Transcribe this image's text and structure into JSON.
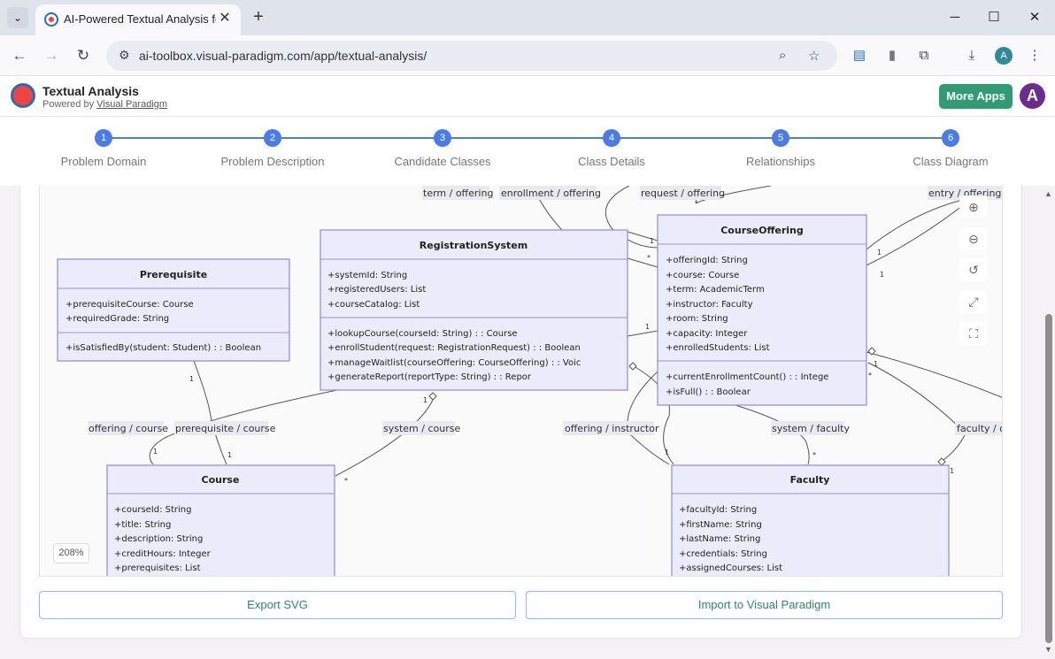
{
  "browser": {
    "tab_title": "AI-Powered Textual Analysis for",
    "url": "ai-toolbox.visual-paradigm.com/app/textual-analysis/",
    "profile_initial": "A"
  },
  "header": {
    "title": "Textual Analysis",
    "powered_by": "Powered by",
    "powered_link": "Visual Paradigm",
    "more_apps": "More Apps",
    "avatar_initial": "A"
  },
  "steps": [
    {
      "num": "1",
      "label": "Problem Domain"
    },
    {
      "num": "2",
      "label": "Problem Description"
    },
    {
      "num": "3",
      "label": "Candidate Classes"
    },
    {
      "num": "4",
      "label": "Class Details"
    },
    {
      "num": "5",
      "label": "Relationships"
    },
    {
      "num": "6",
      "label": "Class Diagram"
    }
  ],
  "diagram": {
    "zoom": "208%",
    "classes": {
      "prerequisite": {
        "name": "Prerequisite",
        "attributes": [
          "+prerequisiteCourse: Course",
          "+requiredGrade: String"
        ],
        "methods": [
          "+isSatisfiedBy(student: Student) : : Boolean"
        ]
      },
      "registration": {
        "name": "RegistrationSystem",
        "attributes": [
          "+systemId: String",
          "+registeredUsers: List",
          "+courseCatalog: List"
        ],
        "methods": [
          "+lookupCourse(courseId: String) : : Course",
          "+enrollStudent(request: RegistrationRequest) : : Boolean",
          "+manageWaitlist(courseOffering: CourseOffering) : : Voic",
          "+generateReport(reportType: String) : : Repor"
        ]
      },
      "offering": {
        "name": "CourseOffering",
        "attributes": [
          "+offeringId: String",
          "+course: Course",
          "+term: AcademicTerm",
          "+instructor: Faculty",
          "+room: String",
          "+capacity: Integer",
          "+enrolledStudents: List"
        ],
        "methods": [
          "+currentEnrollmentCount() : : Intege",
          "+isFull() : : Boolear"
        ]
      },
      "course": {
        "name": "Course",
        "attributes": [
          "+courseId: String",
          "+title: String",
          "+description: String",
          "+creditHours: Integer",
          "+prerequisites: List"
        ]
      },
      "faculty": {
        "name": "Faculty",
        "attributes": [
          "+facultyId: String",
          "+firstName: String",
          "+lastName: String",
          "+credentials: String",
          "+assignedCourses: List"
        ]
      }
    },
    "edge_labels": [
      "term / offering",
      "enrollment / offering",
      "request / offering",
      "entry / offering",
      "offering / course",
      "prerequisite / course",
      "system / course",
      "offering / instructor",
      "system / faculty",
      "faculty / o"
    ],
    "multiplicities": [
      "1",
      "*"
    ]
  },
  "actions": {
    "export_svg": "Export SVG",
    "import_vp": "Import to Visual Paradigm"
  }
}
